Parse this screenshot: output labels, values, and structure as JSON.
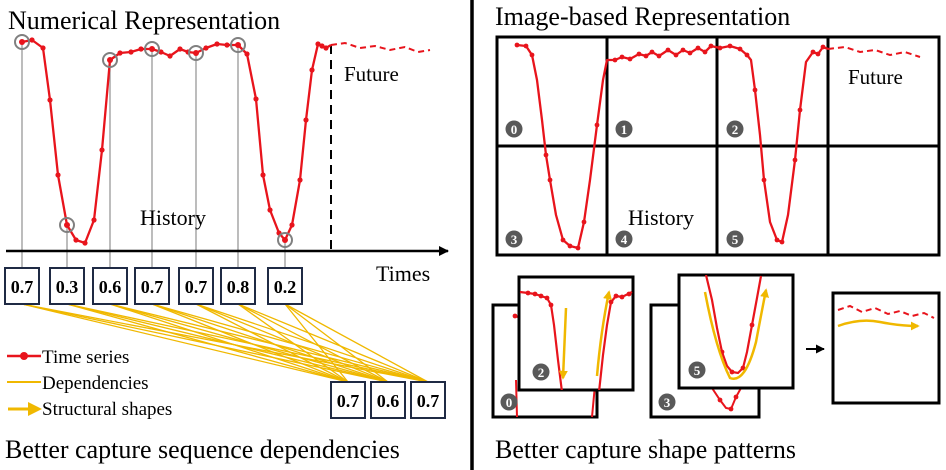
{
  "left_panel": {
    "title": "Numerical Representation",
    "future_label": "Future",
    "history_label": "History",
    "times_label": "Times",
    "sample_values": [
      "0.7",
      "0.3",
      "0.6",
      "0.7",
      "0.7",
      "0.8",
      "0.2"
    ],
    "target_values": [
      "0.7",
      "0.6",
      "0.7"
    ],
    "legend": {
      "time_series": "Time series",
      "dependencies": "Dependencies",
      "structural_shapes": "Structural shapes"
    },
    "caption": "Better capture sequence dependencies"
  },
  "right_panel": {
    "title": "Image-based Representation",
    "future_label": "Future",
    "history_label": "History",
    "patch_numbers": [
      "0",
      "1",
      "2",
      "3",
      "4",
      "5"
    ],
    "inset_patch_numbers": [
      "0",
      "2",
      "3",
      "5"
    ],
    "caption": "Better capture shape patterns"
  },
  "colors": {
    "series": "#e8141c",
    "dependency": "#f0b800",
    "box_border": "#1f2a44",
    "badge": "#595959",
    "divider": "#000000"
  }
}
